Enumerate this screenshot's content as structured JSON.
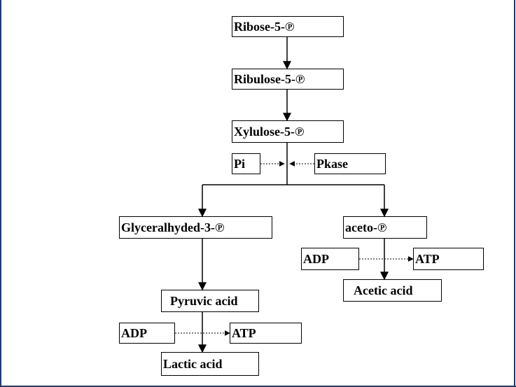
{
  "diagram": {
    "nodes": {
      "ribose": "Ribose-5-℗",
      "ribulose": "Ribulose-5-℗",
      "xylulose": "Xylulose-5-℗",
      "pi": "Pi",
      "pkase": "Pkase",
      "glyceraldehyde": "Glyceralhyded-3-℗",
      "aceto": "aceto-℗",
      "adp_right": "ADP",
      "atp_right": "ATP",
      "acetic": "Acetic acid",
      "pyruvic": "Pyruvic acid",
      "adp_left": "ADP",
      "atp_left": "ATP",
      "lactic": "Lactic acid"
    },
    "edges": [
      {
        "from": "ribose",
        "to": "ribulose",
        "style": "solid"
      },
      {
        "from": "ribulose",
        "to": "xylulose",
        "style": "solid"
      },
      {
        "from": "pi",
        "to": "xylulose",
        "style": "dotted"
      },
      {
        "from": "pkase",
        "to": "xylulose",
        "style": "dotted"
      },
      {
        "from": "xylulose",
        "to": "glyceraldehyde",
        "style": "solid"
      },
      {
        "from": "xylulose",
        "to": "aceto",
        "style": "solid"
      },
      {
        "from": "glyceraldehyde",
        "to": "pyruvic",
        "style": "solid"
      },
      {
        "from": "pyruvic",
        "to": "lactic",
        "style": "solid"
      },
      {
        "from": "adp_left",
        "to": "atp_left",
        "style": "dotted"
      },
      {
        "from": "aceto",
        "to": "acetic",
        "style": "solid"
      },
      {
        "from": "adp_right",
        "to": "atp_right",
        "style": "dotted"
      }
    ],
    "colors": {
      "frame": "#1f3a6e",
      "line": "#000000",
      "box_border": "#000000"
    }
  }
}
